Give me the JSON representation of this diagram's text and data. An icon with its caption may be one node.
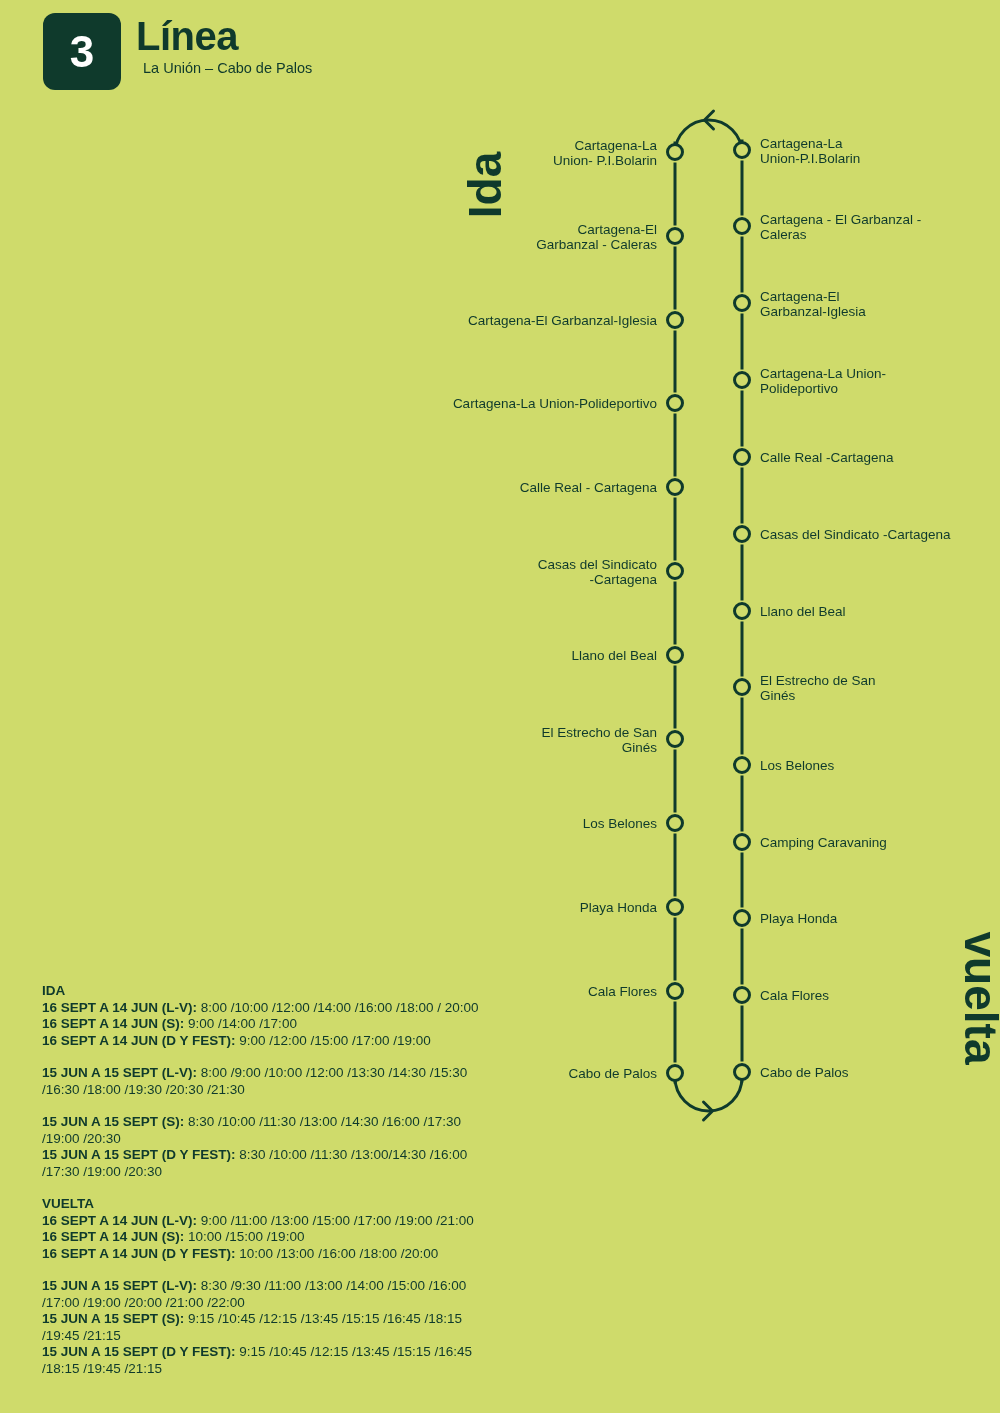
{
  "diagram": {
    "title": "Línea",
    "nodes": [
      {
        "text": [
          "3"
        ]
      },
      {
        "text": [],
        "shape": "circle",
        "beside": [
          "Cartagena-La Union- P.I.Bolarin"
        ]
      },
      {
        "text": [],
        "shape": "circle",
        "beside": [
          "Cartagena-El Garbanzal - Caleras"
        ]
      },
      {
        "text": [],
        "shape": "circle",
        "beside": [
          "Cartagena-El Garbanzal-Iglesia"
        ]
      },
      {
        "text": [],
        "shape": "circle",
        "beside": [
          "Cartagena-La Union-Polideportivo"
        ]
      },
      {
        "text": [],
        "shape": "circle",
        "beside": [
          "Calle Real - Cartagena"
        ]
      },
      {
        "text": [],
        "shape": "circle",
        "beside": [
          "Casas del Sindicato -Cartagena"
        ]
      },
      {
        "text": [],
        "shape": "circle",
        "beside": [
          "Llano del Beal"
        ]
      },
      {
        "text": [],
        "shape": "circle",
        "beside": [
          "El Estrecho de San Ginés"
        ]
      },
      {
        "text": [],
        "shape": "circle",
        "beside": [
          "Los Belones"
        ]
      },
      {
        "text": [],
        "shape": "circle",
        "beside": [
          "Playa Honda"
        ]
      },
      {
        "text": [],
        "shape": "circle",
        "beside": [
          "Cala Flores"
        ]
      },
      {
        "text": [],
        "shape": "circle",
        "beside": [
          "Cabo de Palos"
        ]
      },
      {
        "text": [],
        "shape": "circle",
        "beside": [
          "Cartagena-La Union-P.I.Bolarin"
        ]
      },
      {
        "text": [],
        "shape": "circle",
        "beside": [
          "Cartagena - El Garbanzal - Caleras"
        ]
      },
      {
        "text": [],
        "shape": "circle",
        "beside": [
          "Cartagena-El Garbanzal-Iglesia"
        ]
      },
      {
        "text": [],
        "shape": "circle",
        "beside": [
          "Cartagena-La Union-Polideportivo"
        ]
      },
      {
        "text": [],
        "shape": "circle",
        "beside": [
          "Calle Real -Cartagena"
        ]
      },
      {
        "text": [],
        "shape": "circle",
        "beside": [
          "Casas del Sindicato -Cartagena"
        ]
      },
      {
        "text": [],
        "shape": "circle",
        "beside": [
          "Llano del Beal"
        ]
      },
      {
        "text": [],
        "shape": "circle",
        "beside": [
          "El Estrecho de San Ginés"
        ]
      },
      {
        "text": [],
        "shape": "circle",
        "beside": [
          "Los Belones"
        ]
      },
      {
        "text": [],
        "shape": "circle",
        "beside": [
          "Camping Caravaning"
        ]
      },
      {
        "text": [],
        "shape": "circle",
        "beside": [
          "Playa Honda"
        ]
      },
      {
        "text": [],
        "shape": "circle",
        "beside": [
          "Cala Flores"
        ]
      },
      {
        "text": [],
        "shape": "circle",
        "beside": [
          "Cabo de Palos"
        ]
      }
    ],
    "edges": [
      {
        "from": 1,
        "to": 2,
        "arrow": "none"
      },
      {
        "from": 2,
        "to": 3,
        "arrow": "none"
      },
      {
        "from": 3,
        "to": 4,
        "arrow": "none"
      },
      {
        "from": 4,
        "to": 5,
        "arrow": "none"
      },
      {
        "from": 5,
        "to": 6,
        "arrow": "none"
      },
      {
        "from": 6,
        "to": 7,
        "arrow": "none"
      },
      {
        "from": 7,
        "to": 8,
        "arrow": "none"
      },
      {
        "from": 8,
        "to": 9,
        "arrow": "none"
      },
      {
        "from": 9,
        "to": 10,
        "arrow": "none"
      },
      {
        "from": 10,
        "to": 11,
        "arrow": "none"
      },
      {
        "from": 11,
        "to": 12,
        "arrow": "none"
      },
      {
        "from": 12,
        "to": 25,
        "arrow": "to"
      },
      {
        "from": 25,
        "to": 24,
        "arrow": "none"
      },
      {
        "from": 24,
        "to": 23,
        "arrow": "none"
      },
      {
        "from": 23,
        "to": 22,
        "arrow": "none"
      },
      {
        "from": 22,
        "to": 21,
        "arrow": "none"
      },
      {
        "from": 21,
        "to": 20,
        "arrow": "none"
      },
      {
        "from": 20,
        "to": 19,
        "arrow": "none"
      },
      {
        "from": 19,
        "to": 18,
        "arrow": "none"
      },
      {
        "from": 18,
        "to": 17,
        "arrow": "none"
      },
      {
        "from": 17,
        "to": 16,
        "arrow": "none"
      },
      {
        "from": 16,
        "to": 15,
        "arrow": "none"
      },
      {
        "from": 15,
        "to": 14,
        "arrow": "none"
      },
      {
        "from": 14,
        "to": 13,
        "arrow": "none"
      },
      {
        "from": 13,
        "to": 1,
        "arrow": "to"
      }
    ],
    "labels": [
      "La Unión – Cabo de Palos",
      "Ida",
      "vuelta",
      "IDA",
      "**16 SEPT A 14 JUN (L-V):** 8:00 /10:00 /12:00 /14:00 /16:00 /18:00 / 20:00",
      "**16 SEPT A 14 JUN (S):** 9:00 /14:00 /17:00",
      "**16 SEPT A 14 JUN (D Y FEST):** 9:00 /12:00 /15:00 /17:00 /19:00",
      "**15 JUN A 15 SEPT (L-V):** 8:00 /9:00 /10:00 /12:00 /13:30 /14:30 /15:30 /16:30 /18:00 /19:30 /20:30 /21:30",
      "**15 JUN A 15 SEPT (S):** 8:30 /10:00 /11:30 /13:00 /14:30 /16:00 /17:30 /19:00 /20:30",
      "**15 JUN A 15 SEPT (D Y FEST):** 8:30 /10:00 /11:30 /13:00/14:30 /16:00 /17:30 /19:00 /20:30",
      "VUELTA",
      "**16 SEPT A 14 JUN (L-V):** 9:00 /11:00 /13:00 /15:00 /17:00 /19:00 /21:00",
      "**16 SEPT A 14 JUN (S):** 10:00 /15:00 /19:00",
      "**16 SEPT A 14 JUN (D Y FEST):** 10:00 /13:00 /16:00 /18:00 /20:00",
      "**15 JUN A 15 SEPT (L-V):** 8:30 /9:30 /11:00 /13:00 /14:00 /15:00 /16:00 /17:00 /19:00 /20:00 /21:00 /22:00",
      "**15 JUN A 15 SEPT (S):** 9:15 /10:45 /12:15 /13:45 /15:15 /16:45 /18:15 /19:45 /21:15",
      "**15 JUN A 15 SEPT (D Y FEST):** 9:15 /10:45 /12:15 /13:45 /15:15 /16:45 /18:15 /19:45 /21:15"
    ]
  }
}
